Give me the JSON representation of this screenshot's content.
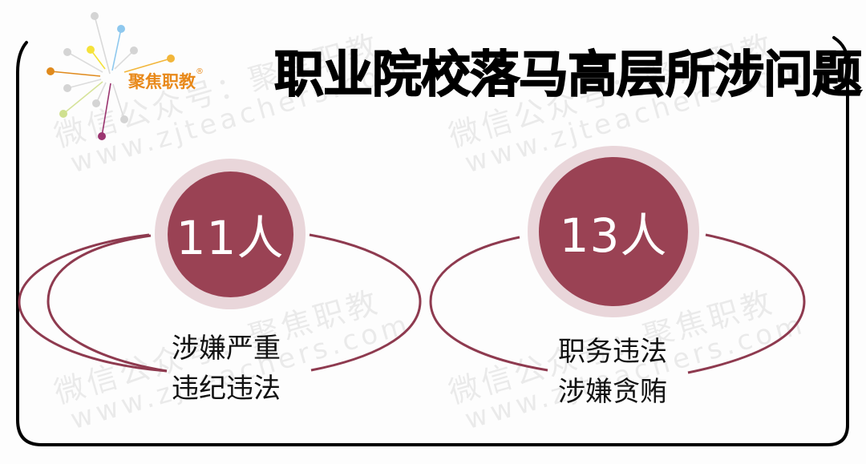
{
  "header": {
    "title": "职业院校落马高层所涉问题",
    "brand": {
      "name": "聚焦职教",
      "mark": "®",
      "color": "#e8891a"
    }
  },
  "watermark": {
    "line1": "微信公众号：聚焦职教",
    "line2": "www.zjteachers.com"
  },
  "colors": {
    "badge_inner": "#9a4254",
    "badge_outer": "#e9d6da",
    "ellipse_stroke": "#8e3a4f",
    "frame": "#000000"
  },
  "groups": [
    {
      "count": "11人",
      "label_lines": [
        "涉嫌严重",
        "违纪违法"
      ]
    },
    {
      "count": "13人",
      "label_lines": [
        "职务违法",
        "涉嫌贪贿"
      ]
    }
  ]
}
